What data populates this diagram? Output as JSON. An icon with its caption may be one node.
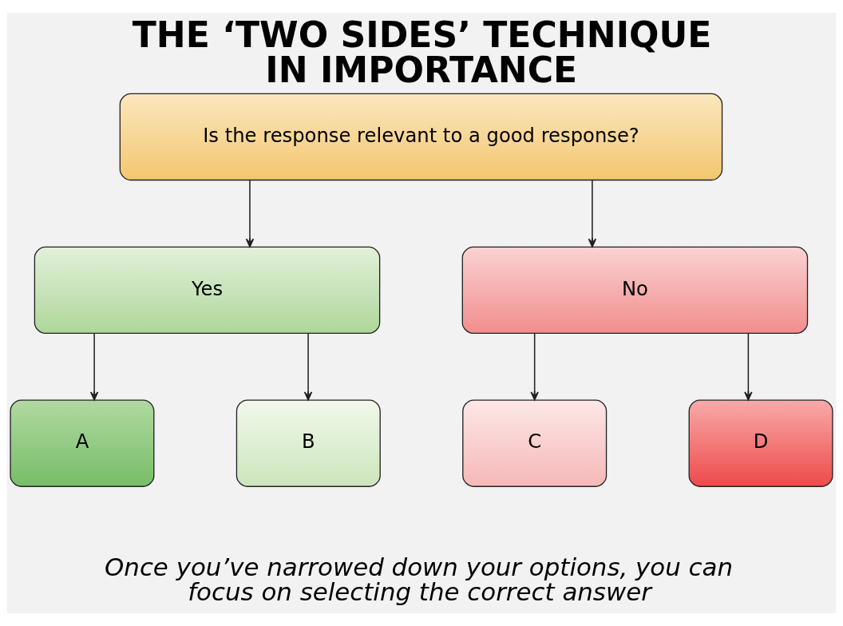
{
  "diagram": {
    "title": "THE ‘TWO SIDES’ TECHNIQUE IN IMPORTANCE",
    "caption": "Once you’ve narrowed down your options, you can focus on selecting the correct answer",
    "nodes": [
      {
        "text": [
          "Is the response relevant to a good response?"
        ]
      },
      {
        "text": [
          "Yes"
        ]
      },
      {
        "text": [
          "No"
        ]
      },
      {
        "text": [
          "A"
        ]
      },
      {
        "text": [
          "B"
        ]
      },
      {
        "text": [
          "C"
        ]
      },
      {
        "text": [
          "D"
        ]
      }
    ],
    "edges": [
      {
        "from": 0,
        "to": 1,
        "arrow": "to"
      },
      {
        "from": 0,
        "to": 2,
        "arrow": "to"
      },
      {
        "from": 1,
        "to": 3,
        "arrow": "to"
      },
      {
        "from": 1,
        "to": 4,
        "arrow": "to"
      },
      {
        "from": 2,
        "to": 5,
        "arrow": "to"
      },
      {
        "from": 2,
        "to": 6,
        "arrow": "to"
      }
    ]
  }
}
